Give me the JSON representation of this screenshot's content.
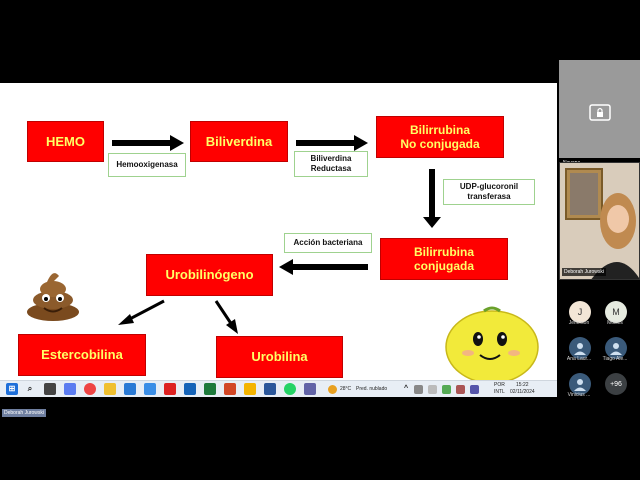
{
  "slide": {
    "boxes": {
      "hemo": "HEMO",
      "biliverdina": "Biliverdina",
      "bili_nc_1": "Bilirrubina",
      "bili_nc_2": "No conjugada",
      "bili_c_1": "Bilirrubina",
      "bili_c_2": "conjugada",
      "urobilinogeno": "Urobilinógeno",
      "estercobilina": "Estercobilina",
      "urobilina": "Urobilina"
    },
    "labels": {
      "hemooxigenasa": "Hemooxigenasa",
      "bv_reductasa_1": "Biliverdina",
      "bv_reductasa_2": "Reductasa",
      "udp_1": "UDP-glucoronil",
      "udp_2": "transferasa",
      "accion": "Acción bacteriana"
    },
    "colors": {
      "box_bg": "#ff0000",
      "box_text": "#ffff66",
      "label_border": "#9fd28f"
    }
  },
  "taskbar": {
    "weather_temp": "28°C",
    "weather_desc": "Pred. nublado",
    "lang_1": "POR",
    "lang_2": "INTL",
    "time": "15:22",
    "date": "02/11/2024"
  },
  "meeting": {
    "presenter_name": "Nayane",
    "speaker_name": "Deborah Jurowski",
    "bottom_name": "Deborah Jurowski",
    "participants": [
      {
        "initial": "J",
        "name": "Jefferson"
      },
      {
        "initial": "M",
        "name": "Moisés"
      },
      {
        "initial": "",
        "name": "Ana Laur..."
      },
      {
        "initial": "",
        "name": "Tiago Ale..."
      },
      {
        "initial": "",
        "name": "Vinicius ..."
      },
      {
        "initial": "+96",
        "name": ""
      }
    ]
  }
}
